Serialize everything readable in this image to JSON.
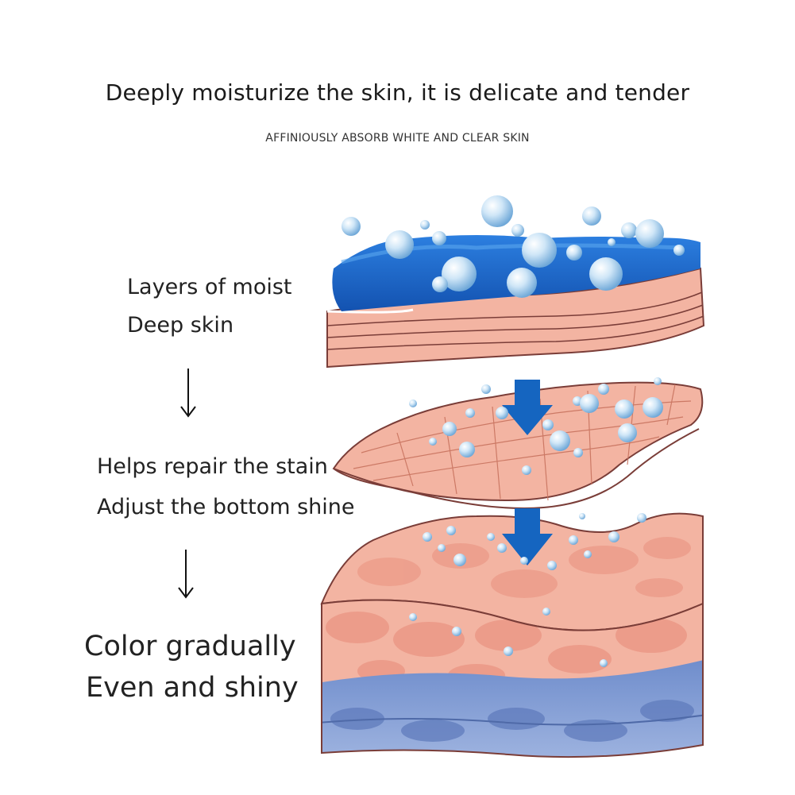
{
  "header": {
    "title": "Deeply moisturize the skin, it is delicate and tender",
    "subtitle": "AFFINIOUSLY ABSORB WHITE AND CLEAR SKIN"
  },
  "steps": [
    {
      "line1": "Layers of moist",
      "line2": "Deep skin"
    },
    {
      "line1": "Helps repair the stain",
      "line2": "Adjust the bottom shine"
    },
    {
      "line1": "Color gradually",
      "line2": "Even and shiny"
    }
  ],
  "colors": {
    "moisture_blue": "#1e6fd0",
    "skin_pink": "#f3b4a2",
    "skin_line": "#7a3d38",
    "arrow_blue": "#1565c0",
    "deep_layer_blue": "#7a93c8",
    "bubble": "#cfe6f7"
  }
}
